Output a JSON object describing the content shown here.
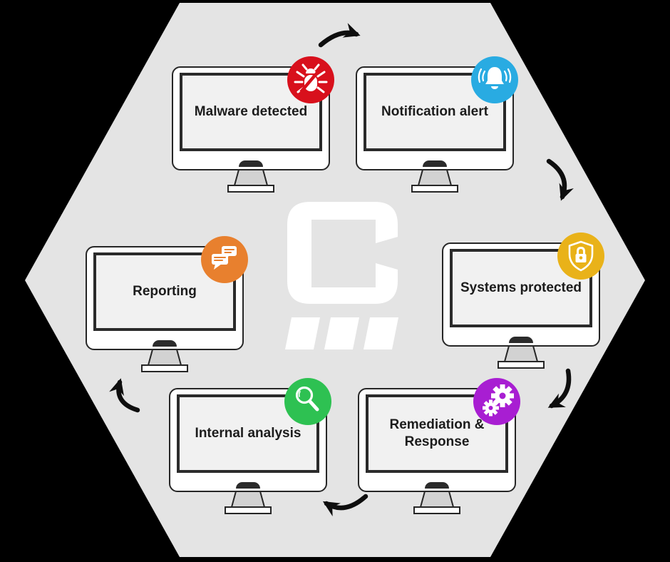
{
  "diagram": {
    "description": "Cyber incident response cycle shown as six monitors inside a hexagon",
    "background_color": "#000000",
    "hexagon_color": "#e4e4e4",
    "arrow_color": "#0e0e0e",
    "monitor_outline_color": "#262626",
    "screen_color": "#f1f1f1"
  },
  "center_logo": {
    "glyph": "C",
    "blocks": 3,
    "color": "#ffffff"
  },
  "nodes": [
    {
      "label": "Malware detected",
      "icon": "bug-malware-icon",
      "badge_color": "#d8101c"
    },
    {
      "label": "Notification alert",
      "icon": "bell-icon",
      "badge_color": "#29abe2"
    },
    {
      "label": "Systems protected",
      "icon": "shield-lock-icon",
      "badge_color": "#e9b219"
    },
    {
      "label": "Remediation & Response",
      "icon": "gears-icon",
      "badge_color": "#a81ed2"
    },
    {
      "label": "Internal analysis",
      "icon": "magnifier-icon",
      "badge_color": "#2ec152"
    },
    {
      "label": "Reporting",
      "icon": "chat-bubbles-icon",
      "badge_color": "#e8802e"
    }
  ],
  "arrows": [
    {
      "from": "Malware detected",
      "to": "Notification alert"
    },
    {
      "from": "Notification alert",
      "to": "Systems protected"
    },
    {
      "from": "Systems protected",
      "to": "Remediation & Response"
    },
    {
      "from": "Remediation & Response",
      "to": "Internal analysis"
    },
    {
      "from": "Internal analysis",
      "to": "Reporting"
    }
  ]
}
